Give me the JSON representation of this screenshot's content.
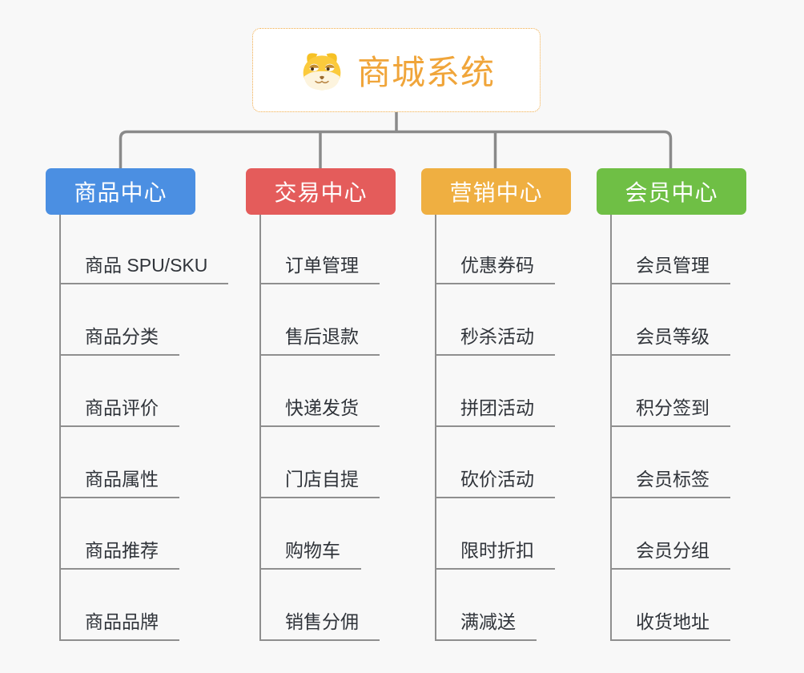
{
  "root": {
    "title": "商城系统",
    "icon": "dog-icon",
    "title_color": "#f0a53a",
    "border_color": "#f0aa45"
  },
  "connector_color": "#8a8a8a",
  "branches": [
    {
      "label": "商品中心",
      "color": "#4b8fe2",
      "children": [
        "商品 SPU/SKU",
        "商品分类",
        "商品评价",
        "商品属性",
        "商品推荐",
        "商品品牌"
      ]
    },
    {
      "label": "交易中心",
      "color": "#e45c5b",
      "children": [
        "订单管理",
        "售后退款",
        "快递发货",
        "门店自提",
        "购物车",
        "销售分佣"
      ]
    },
    {
      "label": "营销中心",
      "color": "#efaf41",
      "children": [
        "优惠券码",
        "秒杀活动",
        "拼团活动",
        "砍价活动",
        "限时折扣",
        "满减送"
      ]
    },
    {
      "label": "会员中心",
      "color": "#6fbf45",
      "children": [
        "会员管理",
        "会员等级",
        "积分签到",
        "会员标签",
        "会员分组",
        "收货地址"
      ]
    }
  ]
}
